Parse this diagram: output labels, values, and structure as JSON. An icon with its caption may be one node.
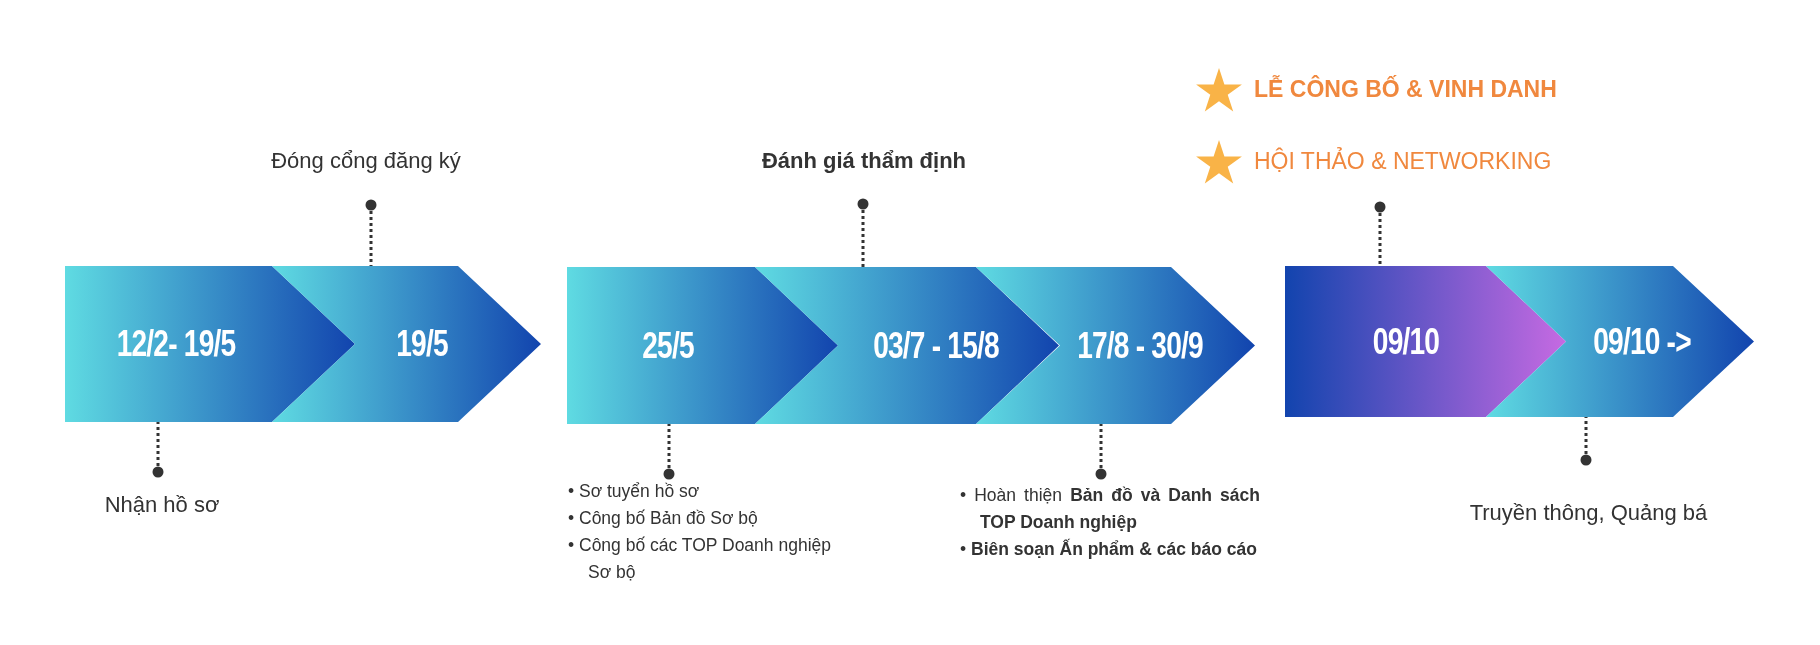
{
  "diagram": {
    "nodes": [
      {
        "text": [
          "12/2- 19/5"
        ]
      },
      {
        "text": [
          "19/5"
        ]
      },
      {
        "text": [
          "25/5"
        ]
      },
      {
        "text": [
          "03/7 - 15/8"
        ]
      },
      {
        "text": [
          "17/8 - 30/9"
        ]
      },
      {
        "text": [
          "09/10"
        ]
      },
      {
        "text": [
          "09/10 ->"
        ]
      },
      {
        "text": [
          "Nhận hồ sơ"
        ]
      },
      {
        "text": [
          "Đóng cổng đăng ký"
        ]
      },
      {
        "text": [
          "• Sơ tuyển hồ sơ",
          "• Công bố Bản đồ Sơ bộ",
          "• Công bố các TOP Doanh nghiệp Sơ bộ"
        ]
      },
      {
        "text": [
          "Đánh giá thẩm định"
        ]
      },
      {
        "text": [
          "• Hoàn thiện **Bản đồ và Danh sách TOP Doanh nghiệp**",
          "• **Biên soạn Ấn phẩm & các báo cáo**"
        ]
      },
      {
        "text": [
          "LỄ CÔNG BỐ & VINH DANH",
          "HỘI THẢO & NETWORKING"
        ]
      },
      {
        "text": [
          "Truyền thông, Quảng bá"
        ]
      }
    ],
    "edges": [
      {
        "from": 7,
        "to": 0,
        "arrow": "other"
      },
      {
        "from": 8,
        "to": 1,
        "arrow": "other"
      },
      {
        "from": 9,
        "to": 2,
        "arrow": "other"
      },
      {
        "from": 10,
        "to": 3,
        "arrow": "other"
      },
      {
        "from": 11,
        "to": 4,
        "arrow": "other"
      },
      {
        "from": 12,
        "to": 5,
        "arrow": "other"
      },
      {
        "from": 13,
        "to": 6,
        "arrow": "other"
      }
    ]
  }
}
